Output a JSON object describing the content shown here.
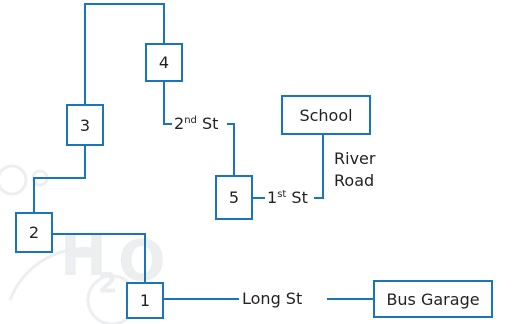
{
  "nodes": {
    "n1": "1",
    "n2": "2",
    "n3": "3",
    "n4": "4",
    "n5": "5",
    "school": "School",
    "bus_garage": "Bus Garage"
  },
  "streets": {
    "second_st": {
      "number": "2",
      "suffix": "nd",
      "name": "St"
    },
    "first_st": {
      "number": "1",
      "suffix": "st",
      "name": "St"
    },
    "long_st": "Long St",
    "river_road": [
      "River",
      "Road"
    ]
  },
  "colors": {
    "line": "#1b75bb",
    "text": "#222222",
    "watermark": "#eceef0"
  }
}
